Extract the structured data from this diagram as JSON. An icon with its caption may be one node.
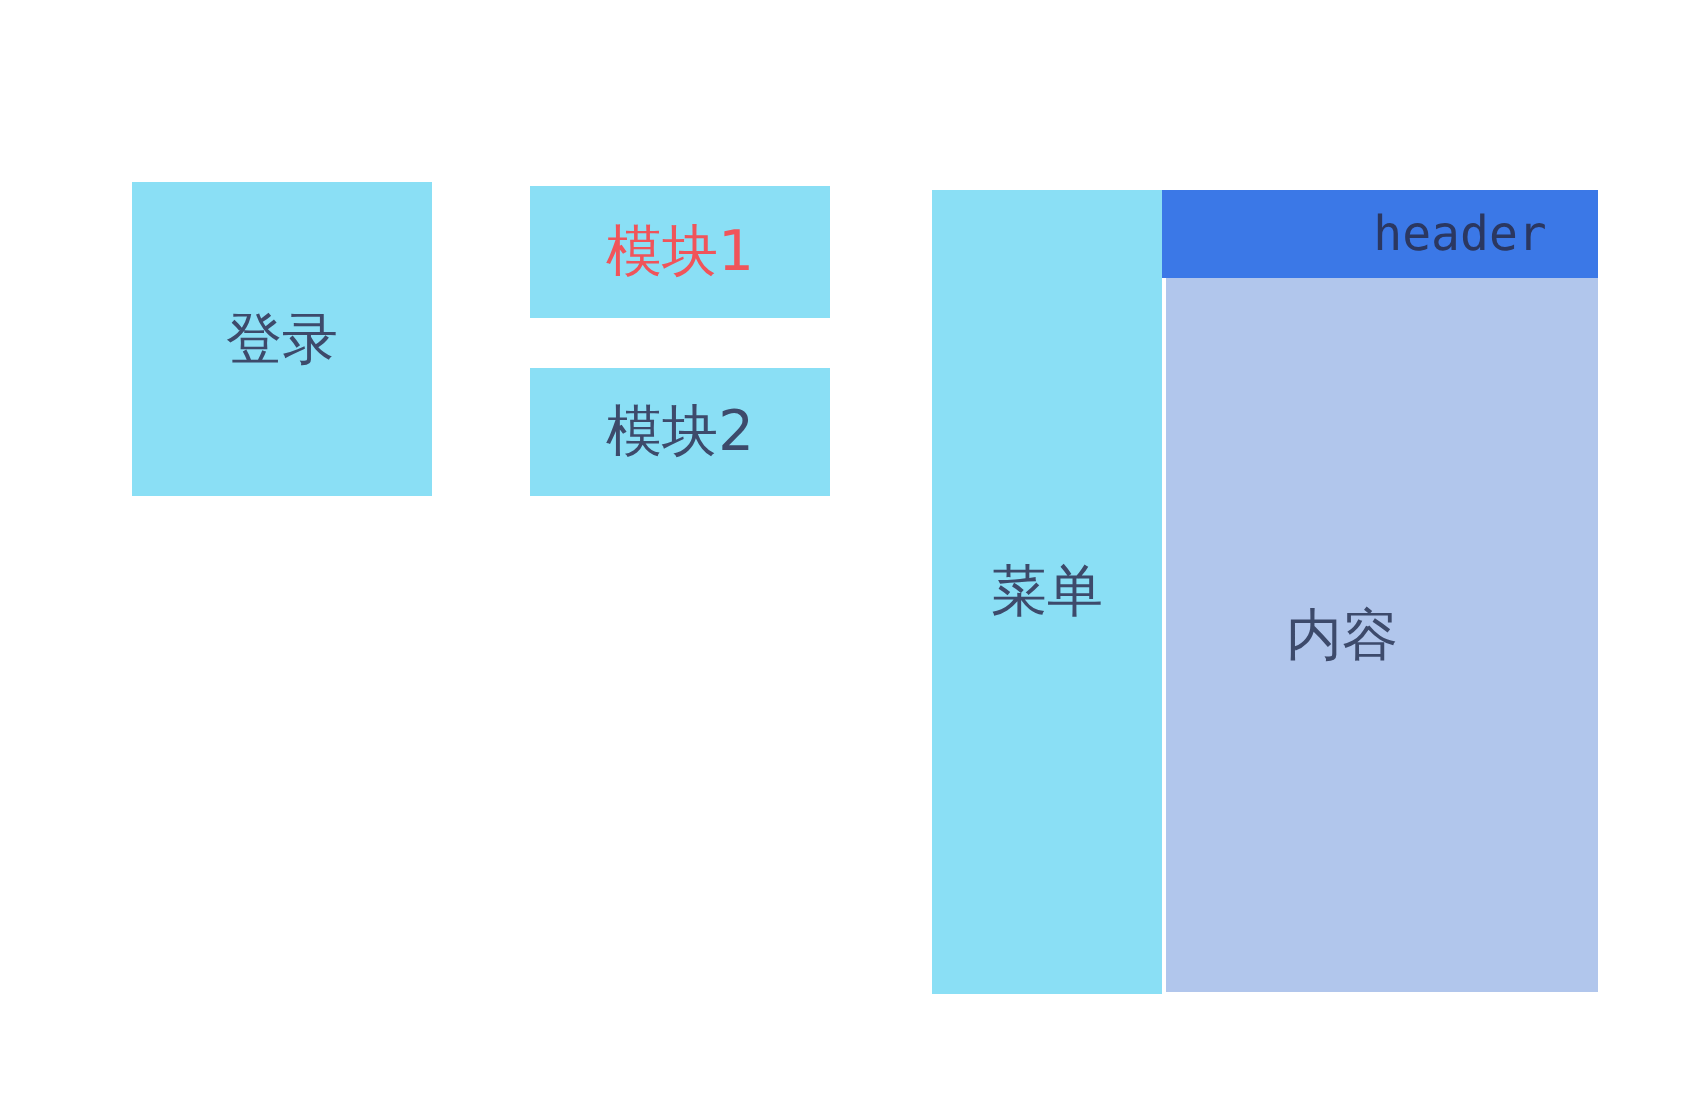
{
  "diagram": {
    "nodes": [
      {
        "text": [
          "登录"
        ]
      },
      {
        "text": [
          "模块1"
        ]
      },
      {
        "text": [
          "模块2"
        ]
      },
      {
        "text": [
          "菜单"
        ]
      },
      {
        "text": [
          "header"
        ]
      },
      {
        "text": [
          "内容"
        ]
      }
    ]
  }
}
